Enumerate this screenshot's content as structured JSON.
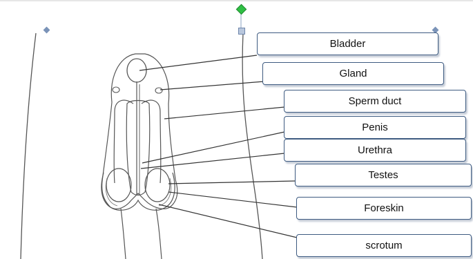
{
  "labels": [
    {
      "text": "Bladder"
    },
    {
      "text": "Gland"
    },
    {
      "text": "Sperm duct"
    },
    {
      "text": "Penis"
    },
    {
      "text": "Urethra"
    },
    {
      "text": "Testes"
    },
    {
      "text": "Foreskin"
    },
    {
      "text": "scrotum"
    }
  ],
  "colors": {
    "box_border": "#3d5a80",
    "drawing_stroke": "#555555",
    "leader_line": "#333333",
    "selection_handle": "#7a93b8",
    "rotation_handle": "#2fbf44"
  }
}
